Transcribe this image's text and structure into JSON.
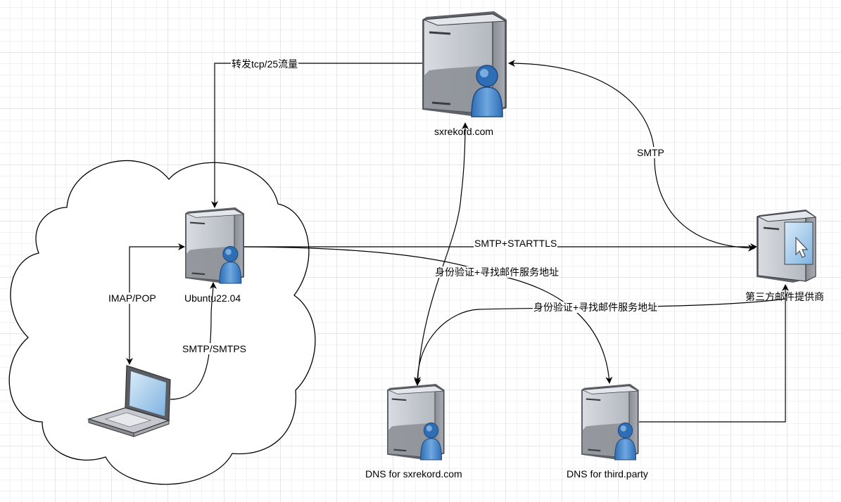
{
  "nodes": {
    "sxrekord": {
      "label": "sxrekord.com",
      "icon": "server-user-icon"
    },
    "ubuntu": {
      "label": "Ubuntu22.04",
      "icon": "server-user-icon"
    },
    "laptop": {
      "label": "",
      "icon": "laptop-icon"
    },
    "dns_sxrekord": {
      "label": "DNS for sxrekord.com",
      "icon": "server-user-icon"
    },
    "dns_third": {
      "label": "DNS for third.party",
      "icon": "server-user-icon"
    },
    "provider": {
      "label": "第三方邮件提供商",
      "icon": "server-cursor-icon"
    }
  },
  "edges": {
    "forward": "转发tcp/25流量",
    "smtp": "SMTP",
    "starttls": "SMTP+STARTTLS",
    "auth1": "身份验证+寻找邮件服务地址",
    "auth2": "身份验证+寻找邮件服务地址",
    "imap": "IMAP/POP",
    "smtps": "SMTP/SMTPS"
  },
  "colors": {
    "server_body": "#c9cdd4",
    "server_dark": "#7f8389",
    "user_blue": "#3b7ac3",
    "edge": "#000000",
    "grid": "#e6e6e6"
  }
}
